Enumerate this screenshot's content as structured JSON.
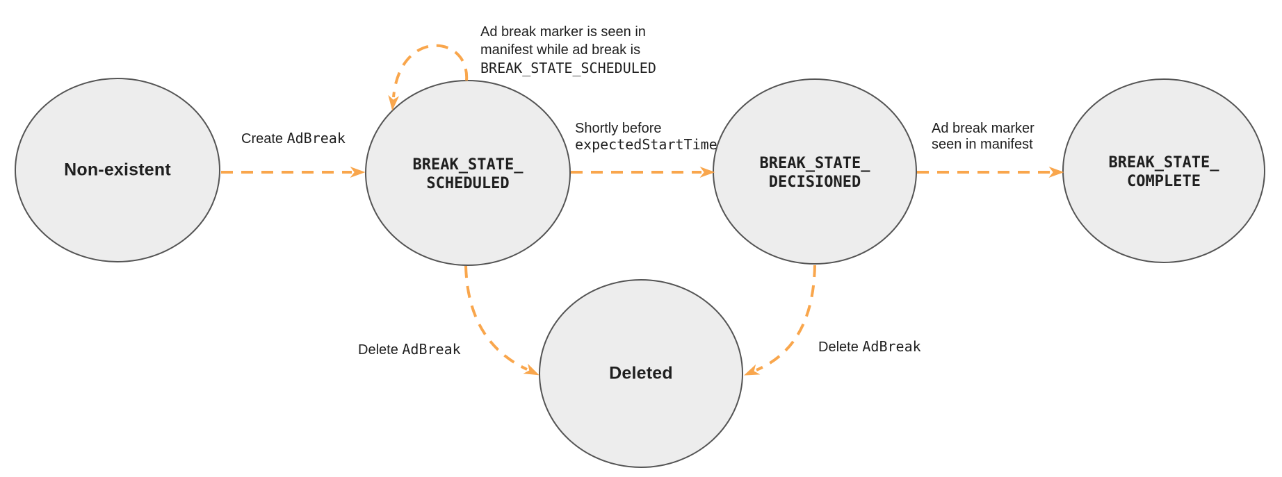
{
  "colors": {
    "accent_orange": "#F9A64C",
    "node_fill": "#EDEDED",
    "node_border": "#545454",
    "text": "#1F1F1F",
    "background": "#FFFFFF"
  },
  "diagram": {
    "type": "state-machine",
    "nodes": [
      {
        "id": "non-existent",
        "label": "Non-existent"
      },
      {
        "id": "break-state-scheduled",
        "line1": "BREAK_STATE_",
        "line2": "SCHEDULED"
      },
      {
        "id": "break-state-decisioned",
        "line1": "BREAK_STATE_",
        "line2": "DECISIONED"
      },
      {
        "id": "break-state-complete",
        "line1": "BREAK_STATE_",
        "line2": "COMPLETE"
      },
      {
        "id": "deleted",
        "label": "Deleted"
      }
    ],
    "edges": [
      {
        "id": "create-adbreak",
        "from": "non-existent",
        "to": "break-state-scheduled",
        "label_plain": "Create ",
        "label_code": "AdBreak"
      },
      {
        "id": "marker-seen-while-scheduled",
        "from": "break-state-scheduled",
        "to": "break-state-scheduled",
        "label_line1": "Ad break marker is seen in",
        "label_line2": "manifest while ad break is",
        "label_code": "BREAK_STATE_SCHEDULED"
      },
      {
        "id": "scheduled-to-decisioned",
        "from": "break-state-scheduled",
        "to": "break-state-decisioned",
        "label_plain": "Shortly before",
        "label_code": "expectedStartTime"
      },
      {
        "id": "decisioned-to-complete",
        "from": "break-state-decisioned",
        "to": "break-state-complete",
        "label_line1": "Ad break marker",
        "label_line2": "seen in manifest"
      },
      {
        "id": "scheduled-to-deleted",
        "from": "break-state-scheduled",
        "to": "deleted",
        "label_plain": "Delete ",
        "label_code": "AdBreak"
      },
      {
        "id": "decisioned-to-deleted",
        "from": "break-state-decisioned",
        "to": "deleted",
        "label_plain": "Delete ",
        "label_code": "AdBreak"
      }
    ]
  }
}
